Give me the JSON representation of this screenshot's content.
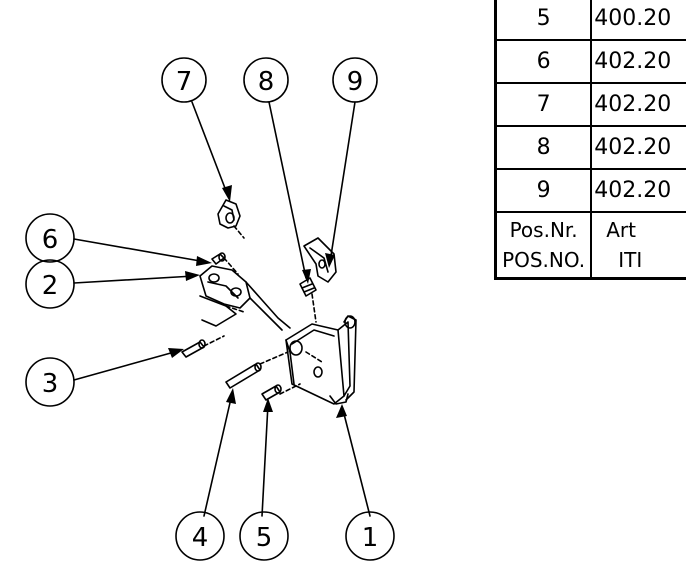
{
  "balloons": [
    {
      "id": "7",
      "label": "7"
    },
    {
      "id": "8",
      "label": "8"
    },
    {
      "id": "9",
      "label": "9"
    },
    {
      "id": "6",
      "label": "6"
    },
    {
      "id": "2",
      "label": "2"
    },
    {
      "id": "3",
      "label": "3"
    },
    {
      "id": "4",
      "label": "4"
    },
    {
      "id": "5",
      "label": "5"
    },
    {
      "id": "1",
      "label": "1"
    }
  ],
  "parts_table": {
    "rows": [
      {
        "pos": "5",
        "article": "400.20"
      },
      {
        "pos": "6",
        "article": "402.20"
      },
      {
        "pos": "7",
        "article": "402.20"
      },
      {
        "pos": "8",
        "article": "402.20"
      },
      {
        "pos": "9",
        "article": "402.20"
      }
    ],
    "header": {
      "pos_de": "Pos.Nr.",
      "pos_en": "POS.NO.",
      "art_de": "Art",
      "art_en": "ITI"
    }
  }
}
